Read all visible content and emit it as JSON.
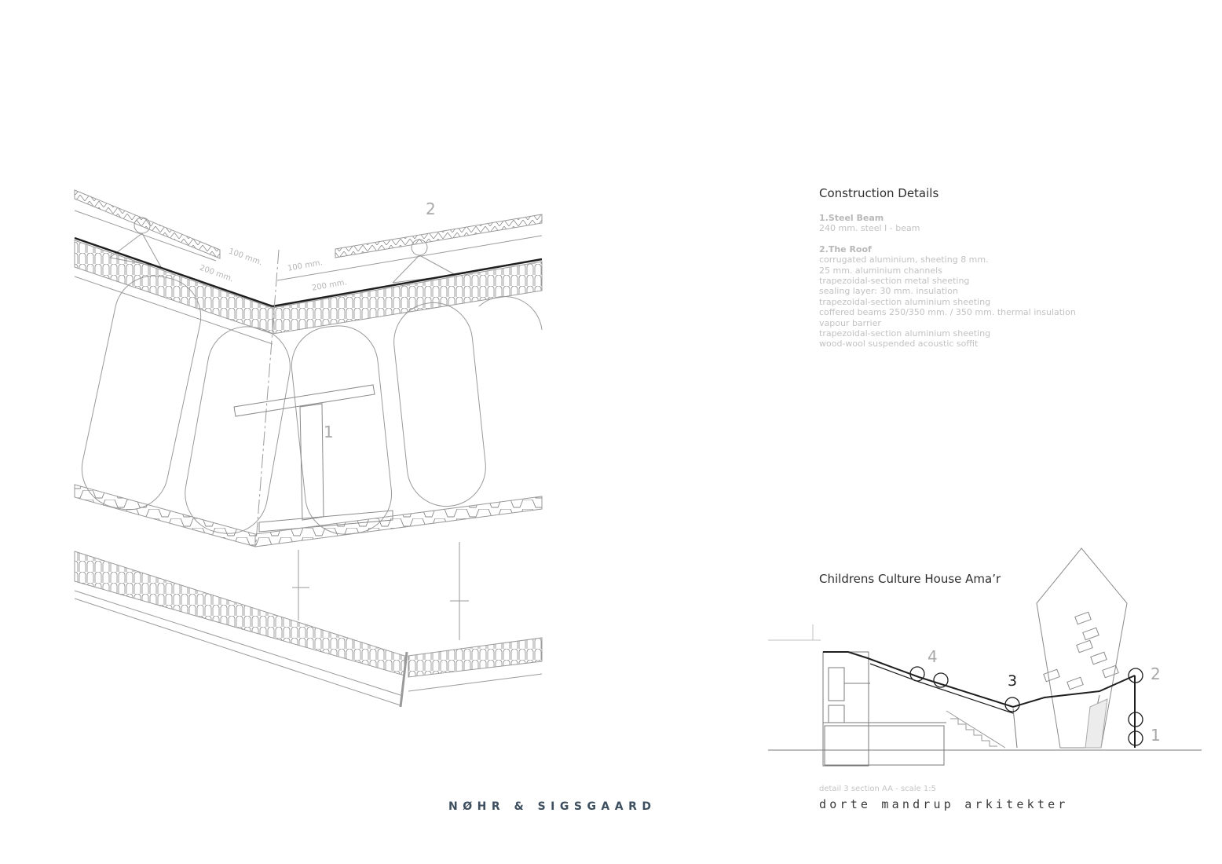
{
  "detail": {
    "label_beam": "1",
    "label_roof": "2",
    "dims": [
      "100 mm.",
      "200 mm.",
      "100 mm.",
      "200 mm."
    ]
  },
  "construction": {
    "title": "Construction Details",
    "beam_heading": "1.Steel Beam",
    "beam_lines": [
      "240 mm. steel I - beam"
    ],
    "roof_heading": "2.The Roof",
    "roof_lines": [
      "corrugated aluminium, sheeting 8 mm.",
      "25 mm. aluminium channels",
      "trapezoidal-section metal sheeting",
      "sealing layer: 30 mm. insulation",
      "trapezoidal-section aluminium sheeting",
      "coffered beams 250/350 mm. / 350 mm. thermal insulation",
      "vapour barrier",
      "trapezoidal-section aluminium sheeting",
      "wood-wool suspended acoustic soffit"
    ]
  },
  "section": {
    "title": "Childrens Culture House Ama’r",
    "markers": {
      "m1": "1",
      "m2": "2",
      "m3": "3",
      "m4": "4"
    },
    "caption": "detail 3 section AA - scale 1:5"
  },
  "credits": {
    "firm_left": "NØHR & SIGSGAARD",
    "firm_right": "dorte mandrup arkitekter"
  },
  "colors": {
    "line": "#9a9a9a",
    "dark_line": "#1e1e1e",
    "title_text": "#2e2e2e",
    "spec_text": "#c2c2c2",
    "firm_left_text": "#3e4f60"
  }
}
